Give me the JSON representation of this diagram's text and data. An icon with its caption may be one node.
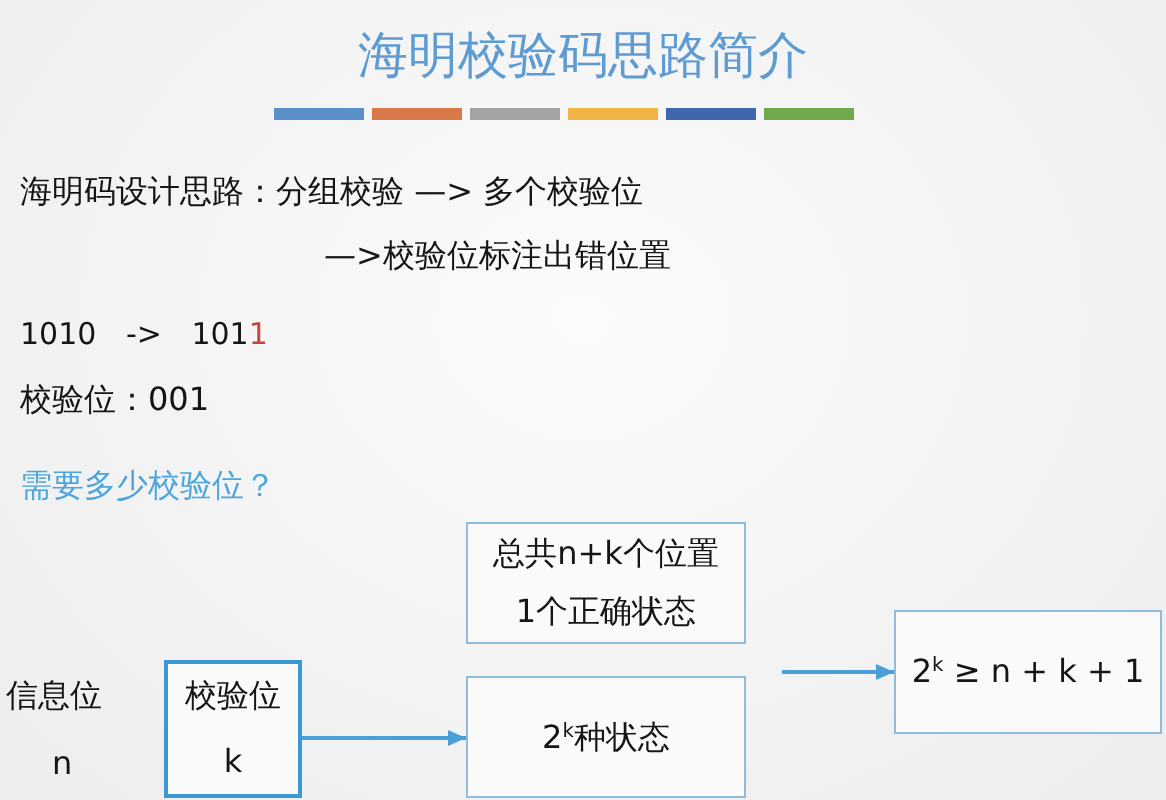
{
  "diagram": {
    "title": "海明校验码思路简介",
    "nodes": [
      {
        "text": [
          "校验位",
          "k"
        ]
      },
      {
        "text": [
          "总共n+k个位置",
          "1个正确状态"
        ]
      },
      {
        "text": [
          "2$^{k}$种状态"
        ]
      },
      {
        "text": [
          "2$^{k}$ ≥ n + k + 1"
        ]
      }
    ],
    "edges": [
      {
        "from": 0,
        "to": 2,
        "arrow": "to"
      },
      {
        "from": null,
        "to": 3,
        "arrow": "to"
      }
    ],
    "labels": [
      "海明码设计思路：分组校验 —> 多个校验位",
      "—>校验位标注出错位置",
      "1010 -> 1011",
      "校验位：001",
      "需要多少校验位？",
      "信息位",
      "n"
    ]
  }
}
